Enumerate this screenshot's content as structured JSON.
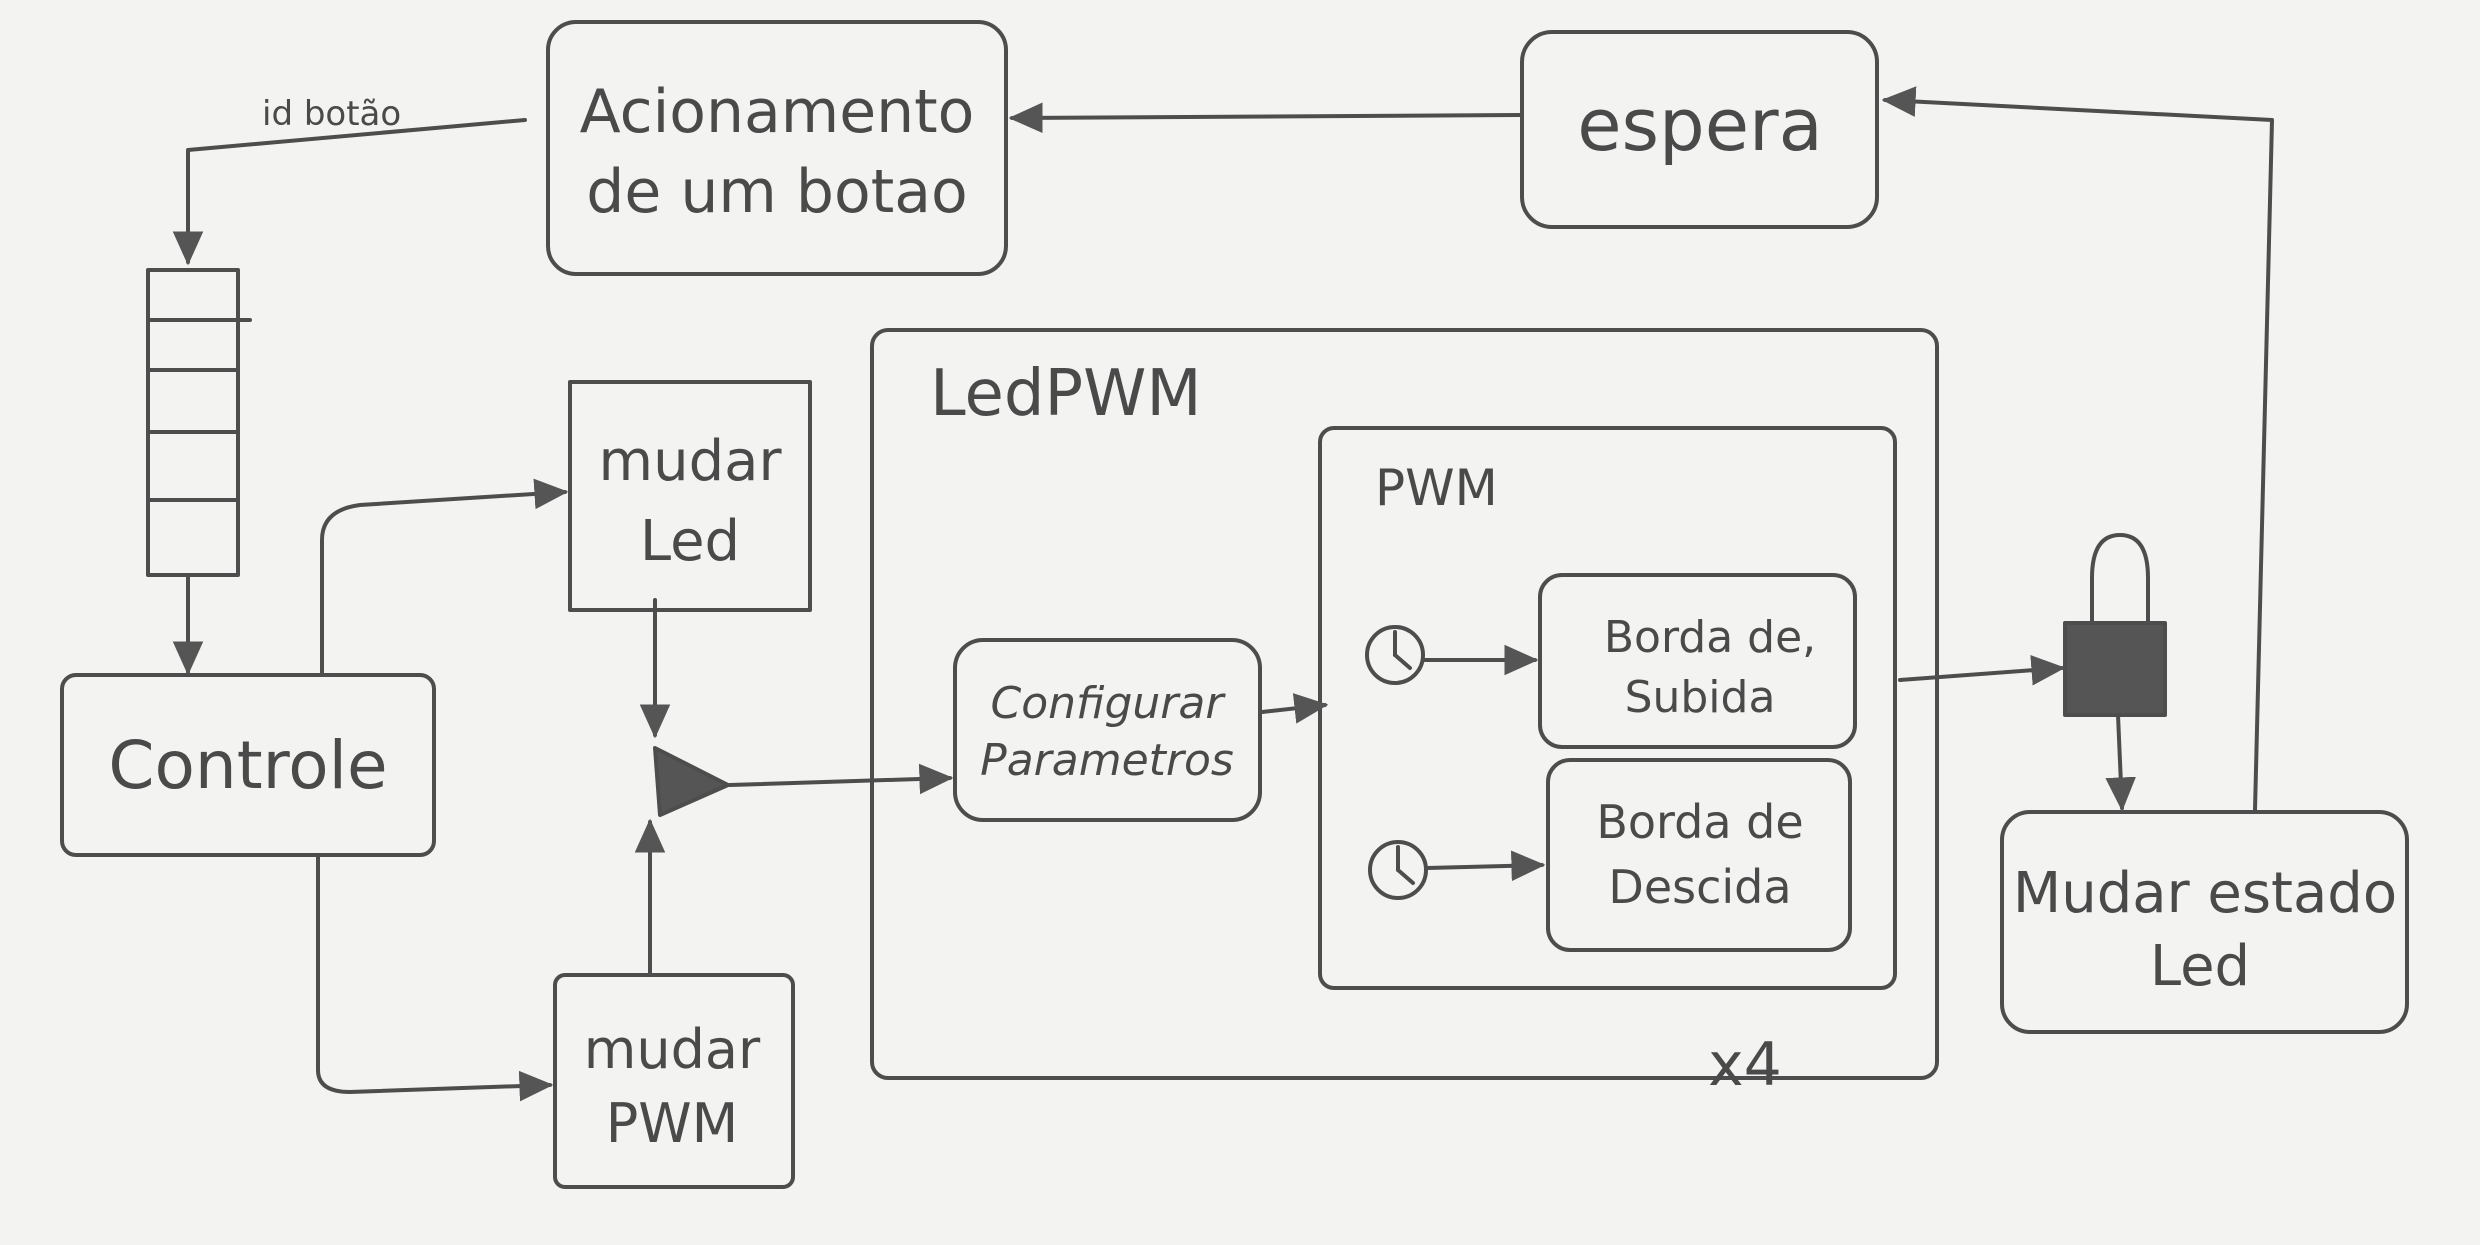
{
  "diagram": {
    "nodes": {
      "acionamento": {
        "line1": "Acionamento",
        "line2": "de um botao"
      },
      "espera": {
        "text": "espera"
      },
      "controle": {
        "text": "Controle"
      },
      "mudar_led": {
        "line1": "mudar",
        "line2": "Led"
      },
      "mudar_pwm": {
        "line1": "mudar",
        "line2": "PWM"
      },
      "ledpwm": {
        "title": "LedPWM",
        "multiplier": "x4"
      },
      "pwm": {
        "title": "PWM"
      },
      "configurar": {
        "line1": "Configurar",
        "line2": "Parametros"
      },
      "borda_subida": {
        "line1": "Borda de,",
        "line2": "Subida"
      },
      "borda_descida": {
        "line1": "Borda de",
        "line2": "Descida"
      },
      "mudar_estado": {
        "line1": "Mudar estado",
        "line2": "Led"
      }
    },
    "edges": {
      "id_botao": "id botão"
    }
  },
  "colors": {
    "stroke": "#4d4d4d",
    "fill_dark": "#555555",
    "background": "#f3f3f1"
  }
}
